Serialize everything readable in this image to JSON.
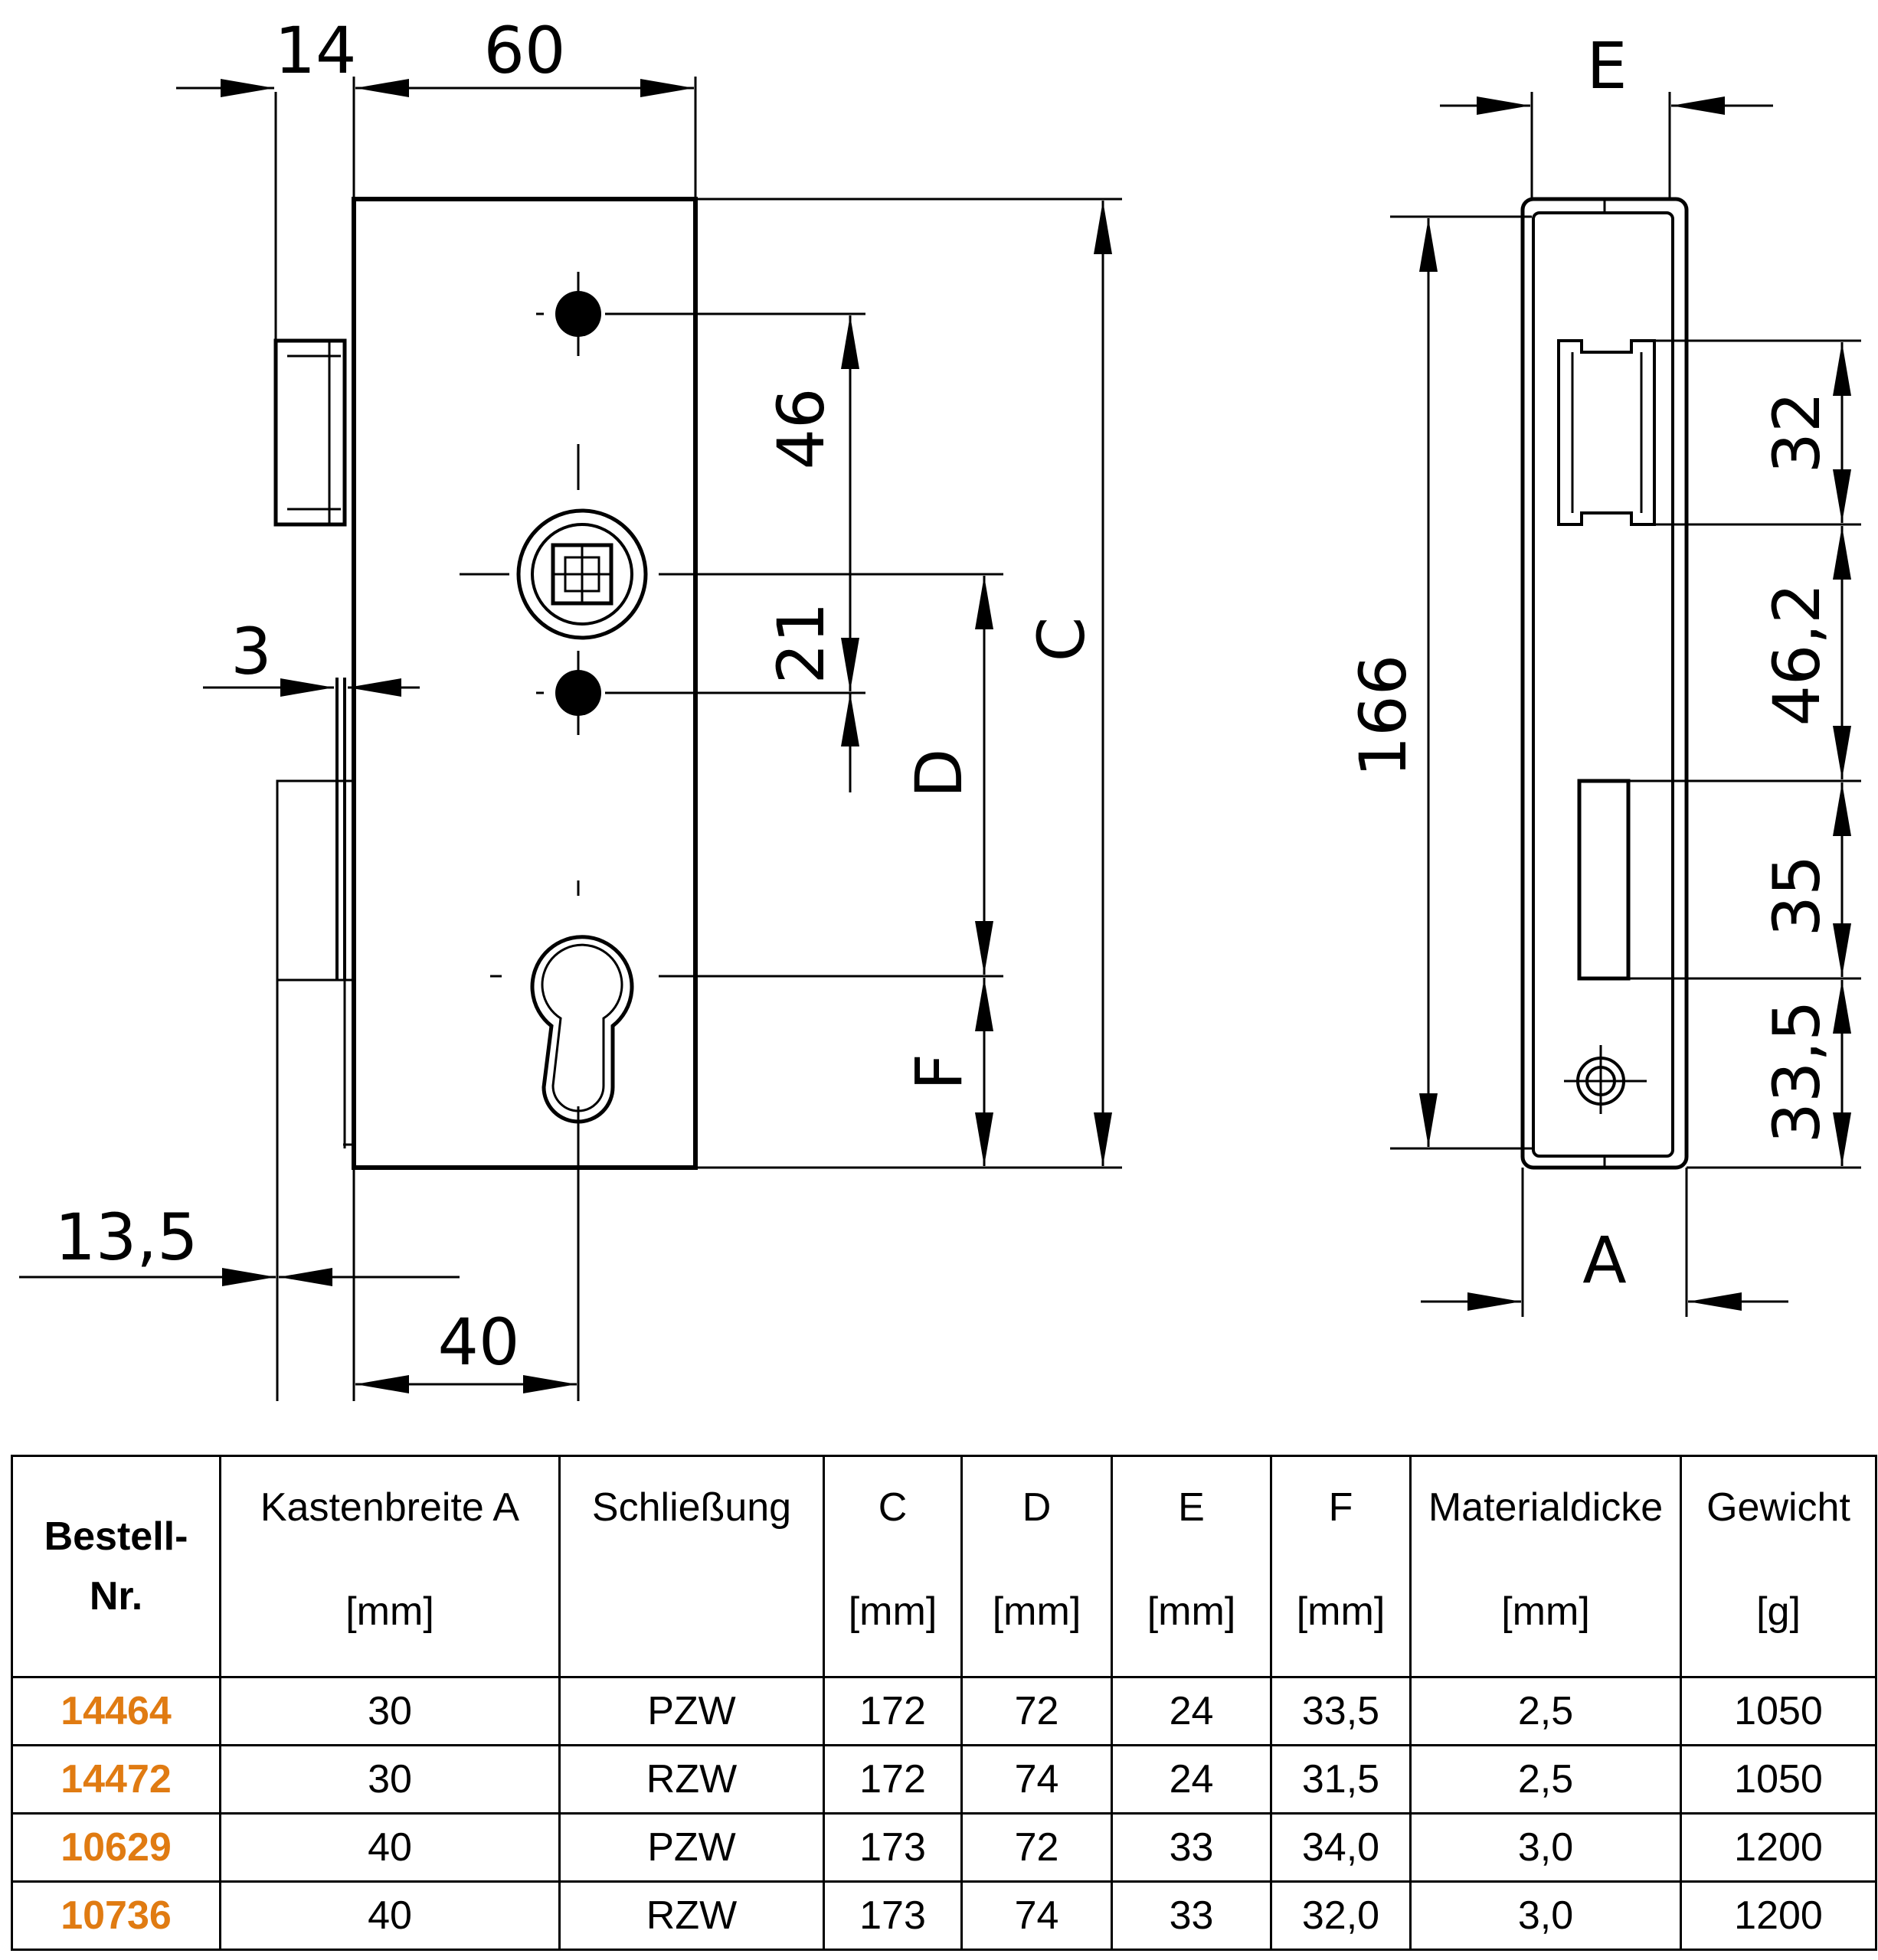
{
  "drawing": {
    "front_view": {
      "dim_14": "14",
      "dim_60": "60",
      "dim_46": "46",
      "dim_21": "21",
      "dim_3": "3",
      "dim_13_5": "13,5",
      "dim_40": "40",
      "label_C": "C",
      "label_D": "D",
      "label_F": "F"
    },
    "side_view": {
      "label_E": "E",
      "label_A": "A",
      "dim_166": "166",
      "dim_32": "32",
      "dim_46_2": "46,2",
      "dim_35": "35",
      "dim_33_5": "33,5"
    }
  },
  "table": {
    "header_bestell": "Bestell-",
    "header_nr": "Nr.",
    "columns": [
      {
        "label": "Kastenbreite A",
        "unit": "[mm]"
      },
      {
        "label": "Schließung",
        "unit": ""
      },
      {
        "label": "C",
        "unit": "[mm]"
      },
      {
        "label": "D",
        "unit": "[mm]"
      },
      {
        "label": "E",
        "unit": "[mm]"
      },
      {
        "label": "F",
        "unit": "[mm]"
      },
      {
        "label": "Materialdicke",
        "unit": "[mm]"
      },
      {
        "label": "Gewicht",
        "unit": "[g]"
      }
    ],
    "rows": [
      {
        "nr": "14464",
        "cells": [
          "30",
          "PZW",
          "172",
          "72",
          "24",
          "33,5",
          "2,5",
          "1050"
        ]
      },
      {
        "nr": "14472",
        "cells": [
          "30",
          "RZW",
          "172",
          "74",
          "24",
          "31,5",
          "2,5",
          "1050"
        ]
      },
      {
        "nr": "10629",
        "cells": [
          "40",
          "PZW",
          "173",
          "72",
          "33",
          "34,0",
          "3,0",
          "1200"
        ]
      },
      {
        "nr": "10736",
        "cells": [
          "40",
          "RZW",
          "173",
          "74",
          "33",
          "32,0",
          "3,0",
          "1200"
        ]
      }
    ],
    "accent_color": "#e07b12"
  }
}
